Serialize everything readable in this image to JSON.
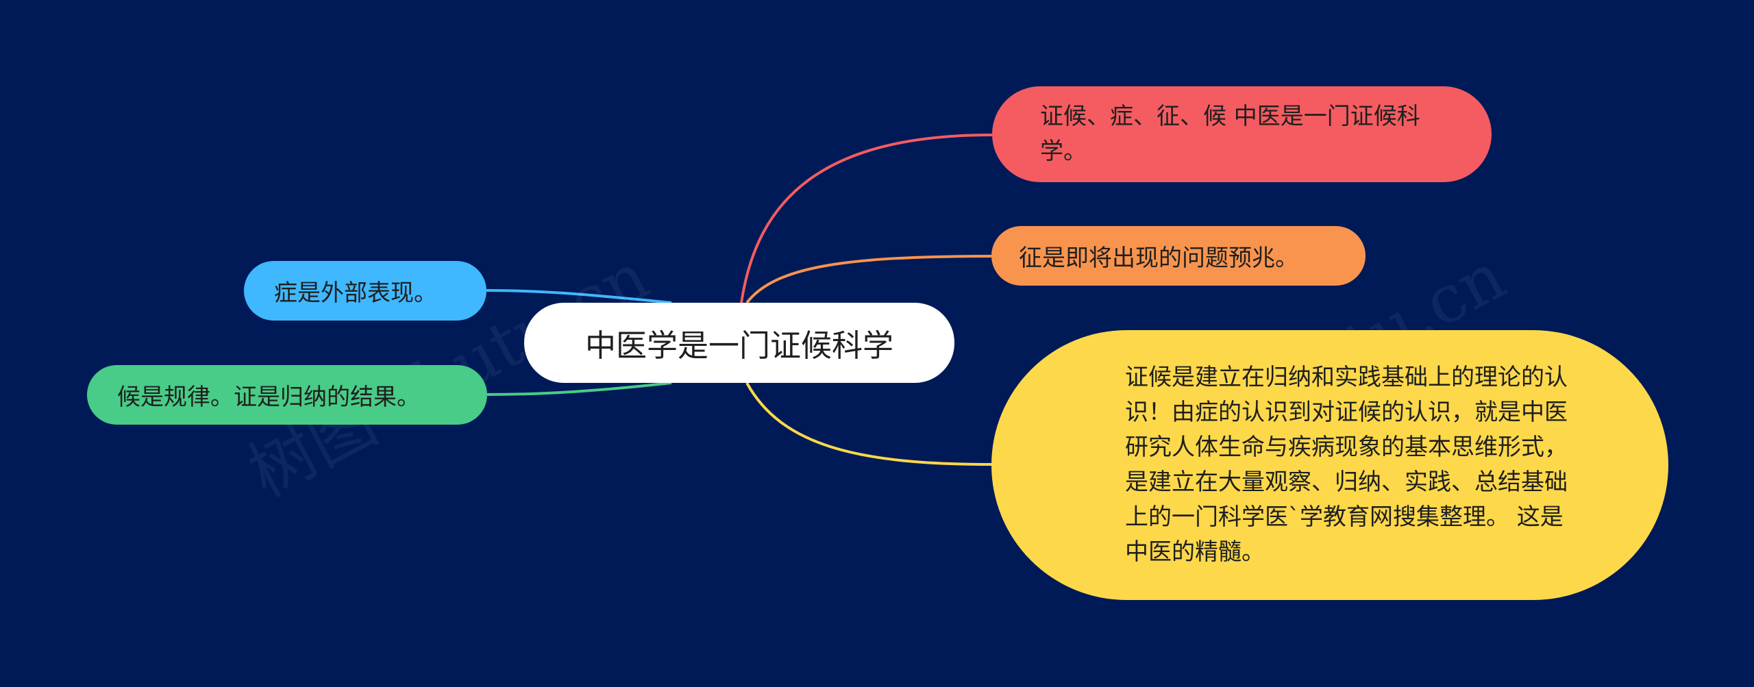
{
  "mindmap": {
    "center": "中医学是一门证候科学",
    "right": [
      {
        "text": "证候、症、征、候 中医是一门证候科学。",
        "color": "#f45c61"
      },
      {
        "text": "征是即将出现的问题预兆。",
        "color": "#f9944e"
      },
      {
        "text": "证候是建立在归纳和实践基础上的理论的认识！由症的认识到对证候的认识，就是中医研究人体生命与疾病现象的基本思维形式，是建立在大量观察、归纳、实践、总结基础上的一门科学医`学教育网搜集整理。 这是中医的精髓。",
        "color": "#fdd84a"
      }
    ],
    "left": [
      {
        "text": "症是外部表现。",
        "color": "#3fb8ff"
      },
      {
        "text": "候是规律。证是归纳的结果。",
        "color": "#48cc87"
      }
    ]
  },
  "watermark": "树图 shutu.cn",
  "colors": {
    "background": "#001a57",
    "center_fill": "#ffffff"
  }
}
